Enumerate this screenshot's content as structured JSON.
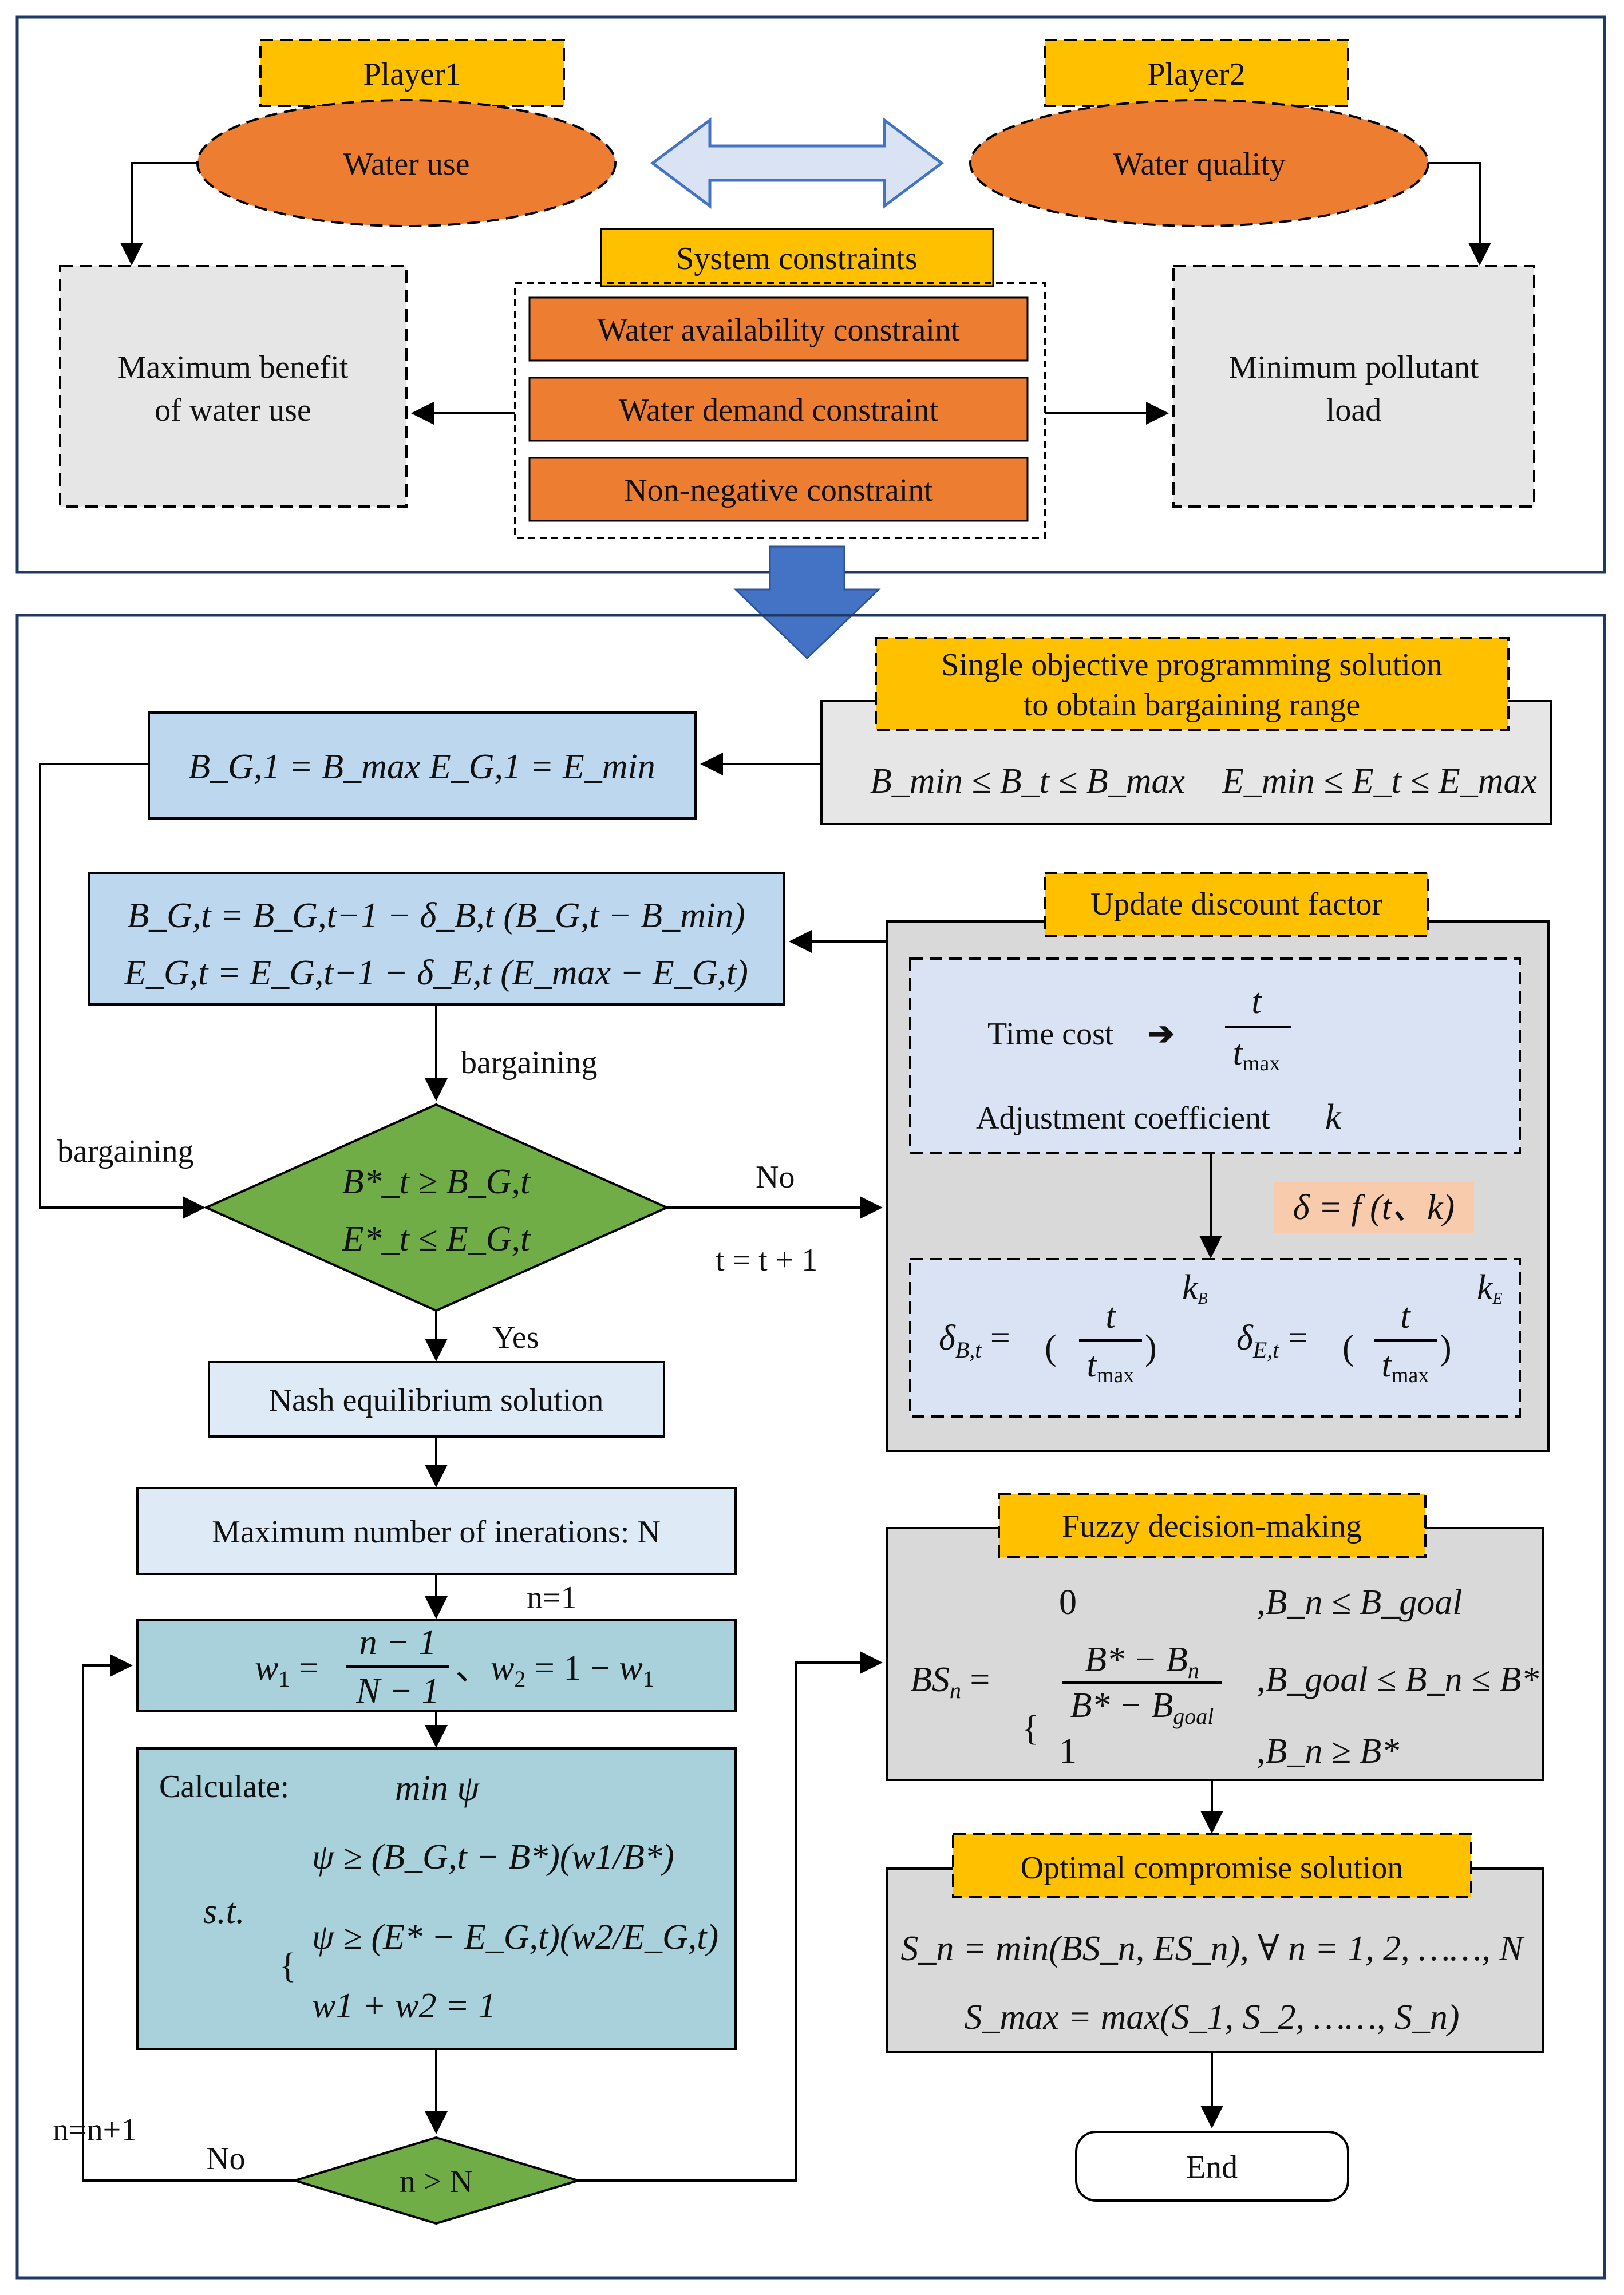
{
  "top": {
    "player1": "Player1",
    "player2": "Player2",
    "water_use": "Water use",
    "water_quality": "Water quality",
    "system_constraints": "System constraints",
    "constraint1": "Water availability constraint",
    "constraint2": "Water demand constraint",
    "constraint3": "Non-negative constraint",
    "max_benefit_line1": "Maximum benefit",
    "max_benefit_line2": "of water use",
    "min_pollutant_line1": "Minimum pollutant",
    "min_pollutant_line2": "load"
  },
  "bottom": {
    "single_obj_line1": "Single objective programming solution",
    "single_obj_line2": "to obtain bargaining range",
    "range_formula_b": "B_min ≤ B_t ≤ B_max",
    "range_formula_e": "E_min ≤ E_t ≤ E_max",
    "init_formula": "B_G,1 = B_max    E_G,1 = E_min",
    "update_b": "B_G,t = B_G,t−1 − δ_B,t (B_G,t − B_min)",
    "update_e": "E_G,t = E_G,t−1 − δ_E,t (E_max − E_G,t)",
    "update_discount": "Update discount factor",
    "time_cost": "Time cost",
    "adjustment_coefficient": "Adjustment coefficient",
    "bargaining1": "bargaining",
    "bargaining2": "bargaining",
    "cond_b": "B*_t ≥ B_G,t",
    "cond_e": "E*_t ≤ E_G,t",
    "no1": "No",
    "t_increment": "t = t + 1",
    "yes": "Yes",
    "delta_f": "δ = f (t、k)",
    "nash": "Nash equilibrium solution",
    "max_iter": "Maximum number of inerations: N",
    "n1": "n=1",
    "weights": "w1 = (n−1)/(N−1)、w2 = 1 − w1",
    "calculate": "Calculate:",
    "min_psi": "min ψ",
    "st": "s.t.",
    "psi1": "ψ ≥ (B_G,t − B*)(w1/B*)",
    "psi2": "ψ ≥ (E* − E_G,t)(w2/E_G,t)",
    "wsum": "w1 + w2 = 1",
    "nn1": "n=n+1",
    "no2": "No",
    "n_gt_N": "n > N",
    "fuzzy": "Fuzzy decision-making",
    "bs_case1": "0",
    "bs_case1_cond": ",B_n ≤ B_goal",
    "bs_case2_cond": ",B_goal ≤ B_n ≤ B*",
    "bs_case3": "1",
    "bs_case3_cond": ",B_n ≥ B*",
    "optimal": "Optimal compromise solution",
    "sn": "S_n = min(BS_n, ES_n), ∀ n = 1, 2, ……, N",
    "smax": "S_max = max(S_1, S_2, ……, S_n)",
    "end": "End"
  },
  "colors": {
    "orange_fill": "#ED7D31",
    "gold_fill": "#FFC000",
    "grey_fill": "#E7E6E6",
    "blue_fill": "#BDD7EE",
    "light_blue_fill": "#DAE3F3",
    "teal_fill": "#9DC3E6",
    "green_fill": "#70AD47",
    "salmon_fill": "#F8CBAD",
    "arrow_blue": "#4472C4",
    "border_navy": "#1F3864"
  }
}
